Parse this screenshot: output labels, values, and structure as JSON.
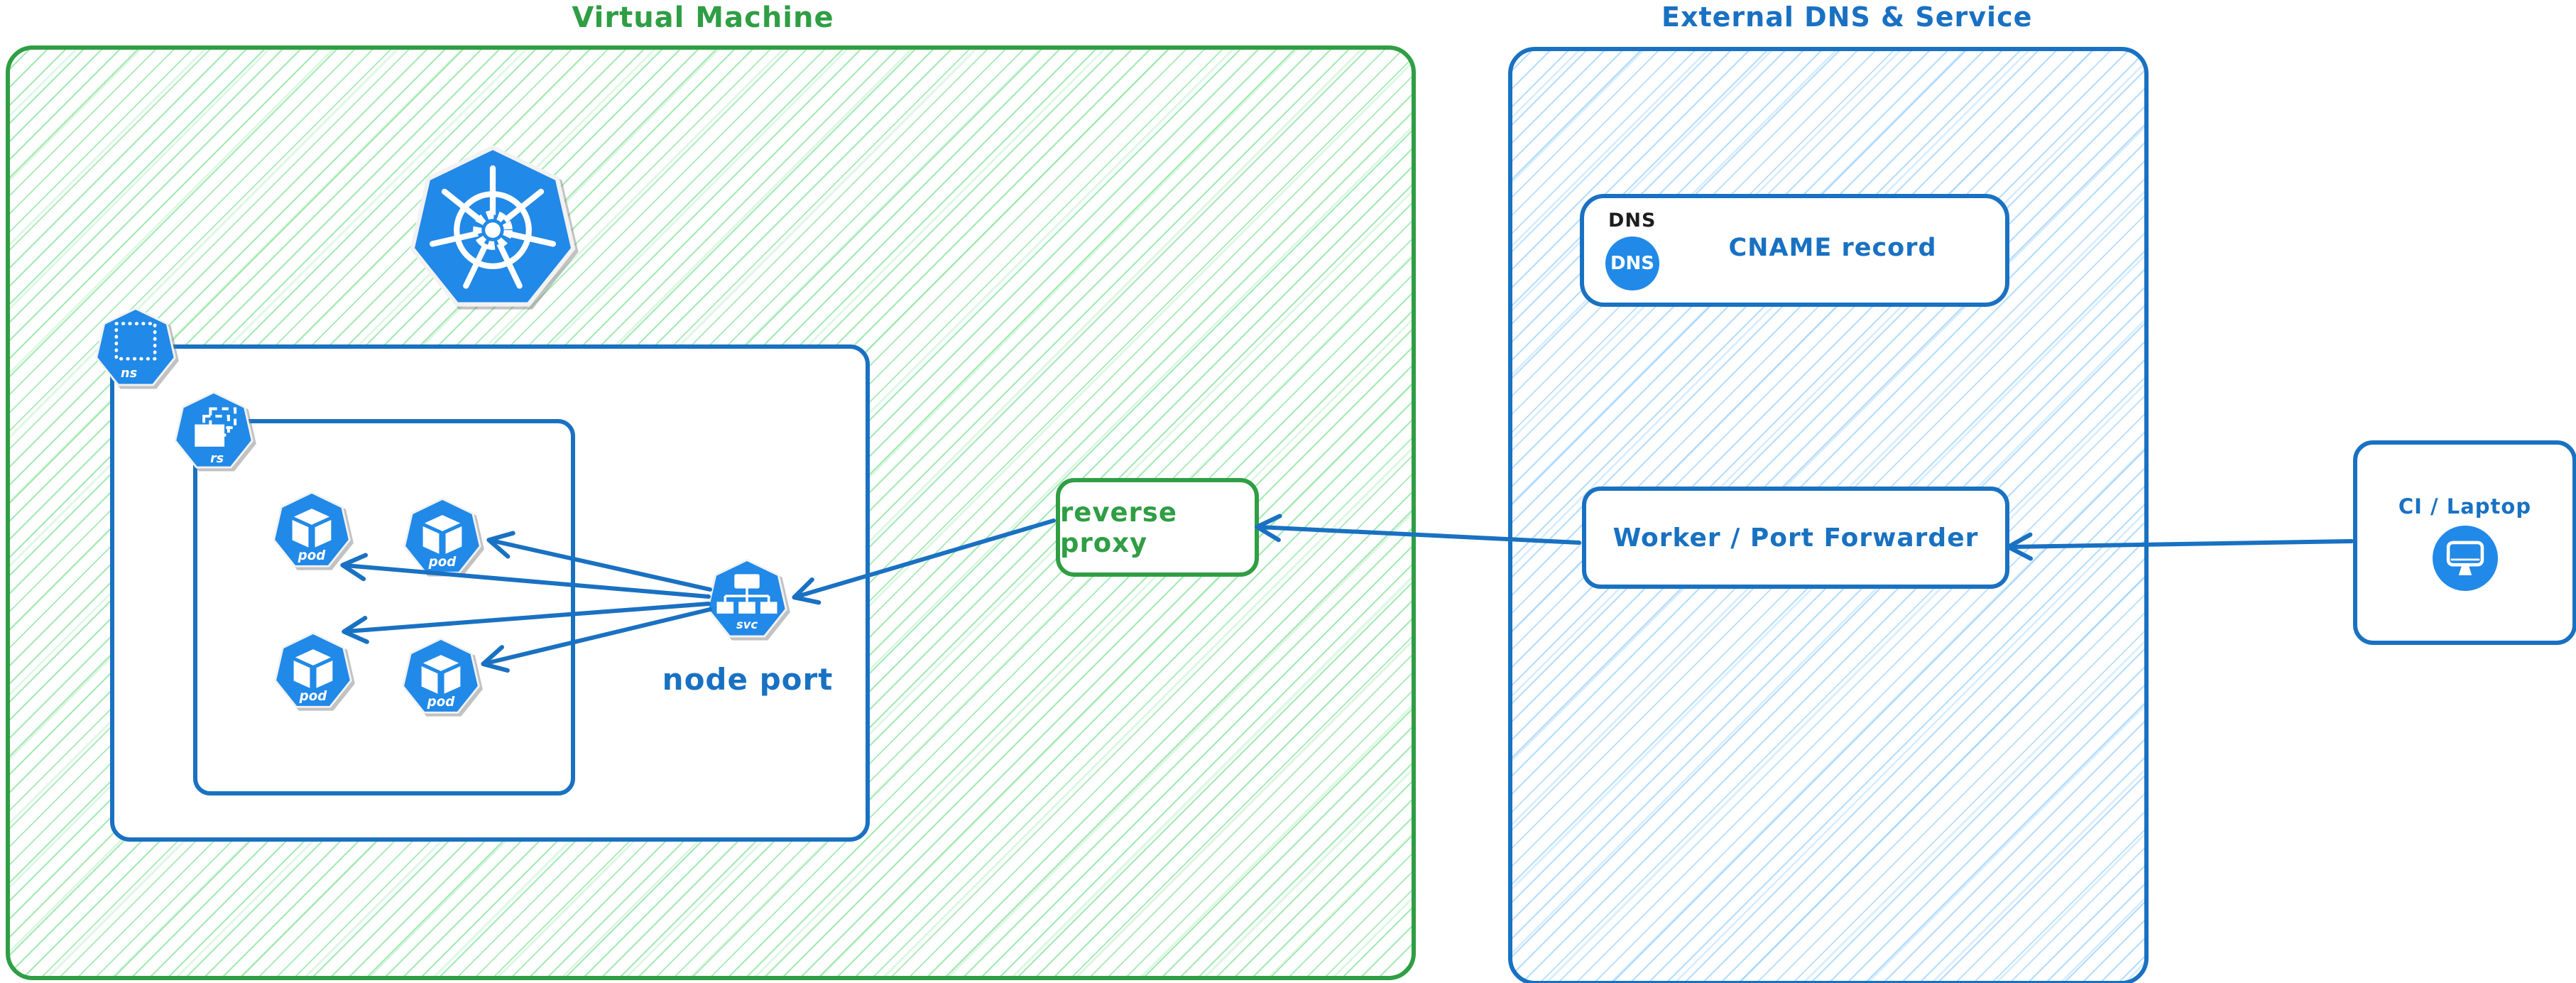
{
  "colors": {
    "green": "#2f9e44",
    "green_hatch": "#86e29b",
    "blue": "#1971c2",
    "blue_hatch": "#a8d7fb",
    "icon_blue": "#2189e8",
    "dns_tag_black": "#1e1e1e",
    "box_fill": "#ffffff"
  },
  "vm": {
    "title": "Virtual Machine",
    "node_port_label": "node port",
    "ns_label": "ns",
    "rs_label": "rs",
    "svc_label": "svc",
    "pod_labels": [
      "pod",
      "pod",
      "pod",
      "pod"
    ],
    "reverse_proxy_label": "reverse proxy"
  },
  "external": {
    "title": "External DNS & Service",
    "dns_tag": "DNS",
    "dns_icon_label": "DNS",
    "cname_label": "CNAME record",
    "worker_label": "Worker / Port Forwarder"
  },
  "ci": {
    "label": "CI / Laptop"
  }
}
